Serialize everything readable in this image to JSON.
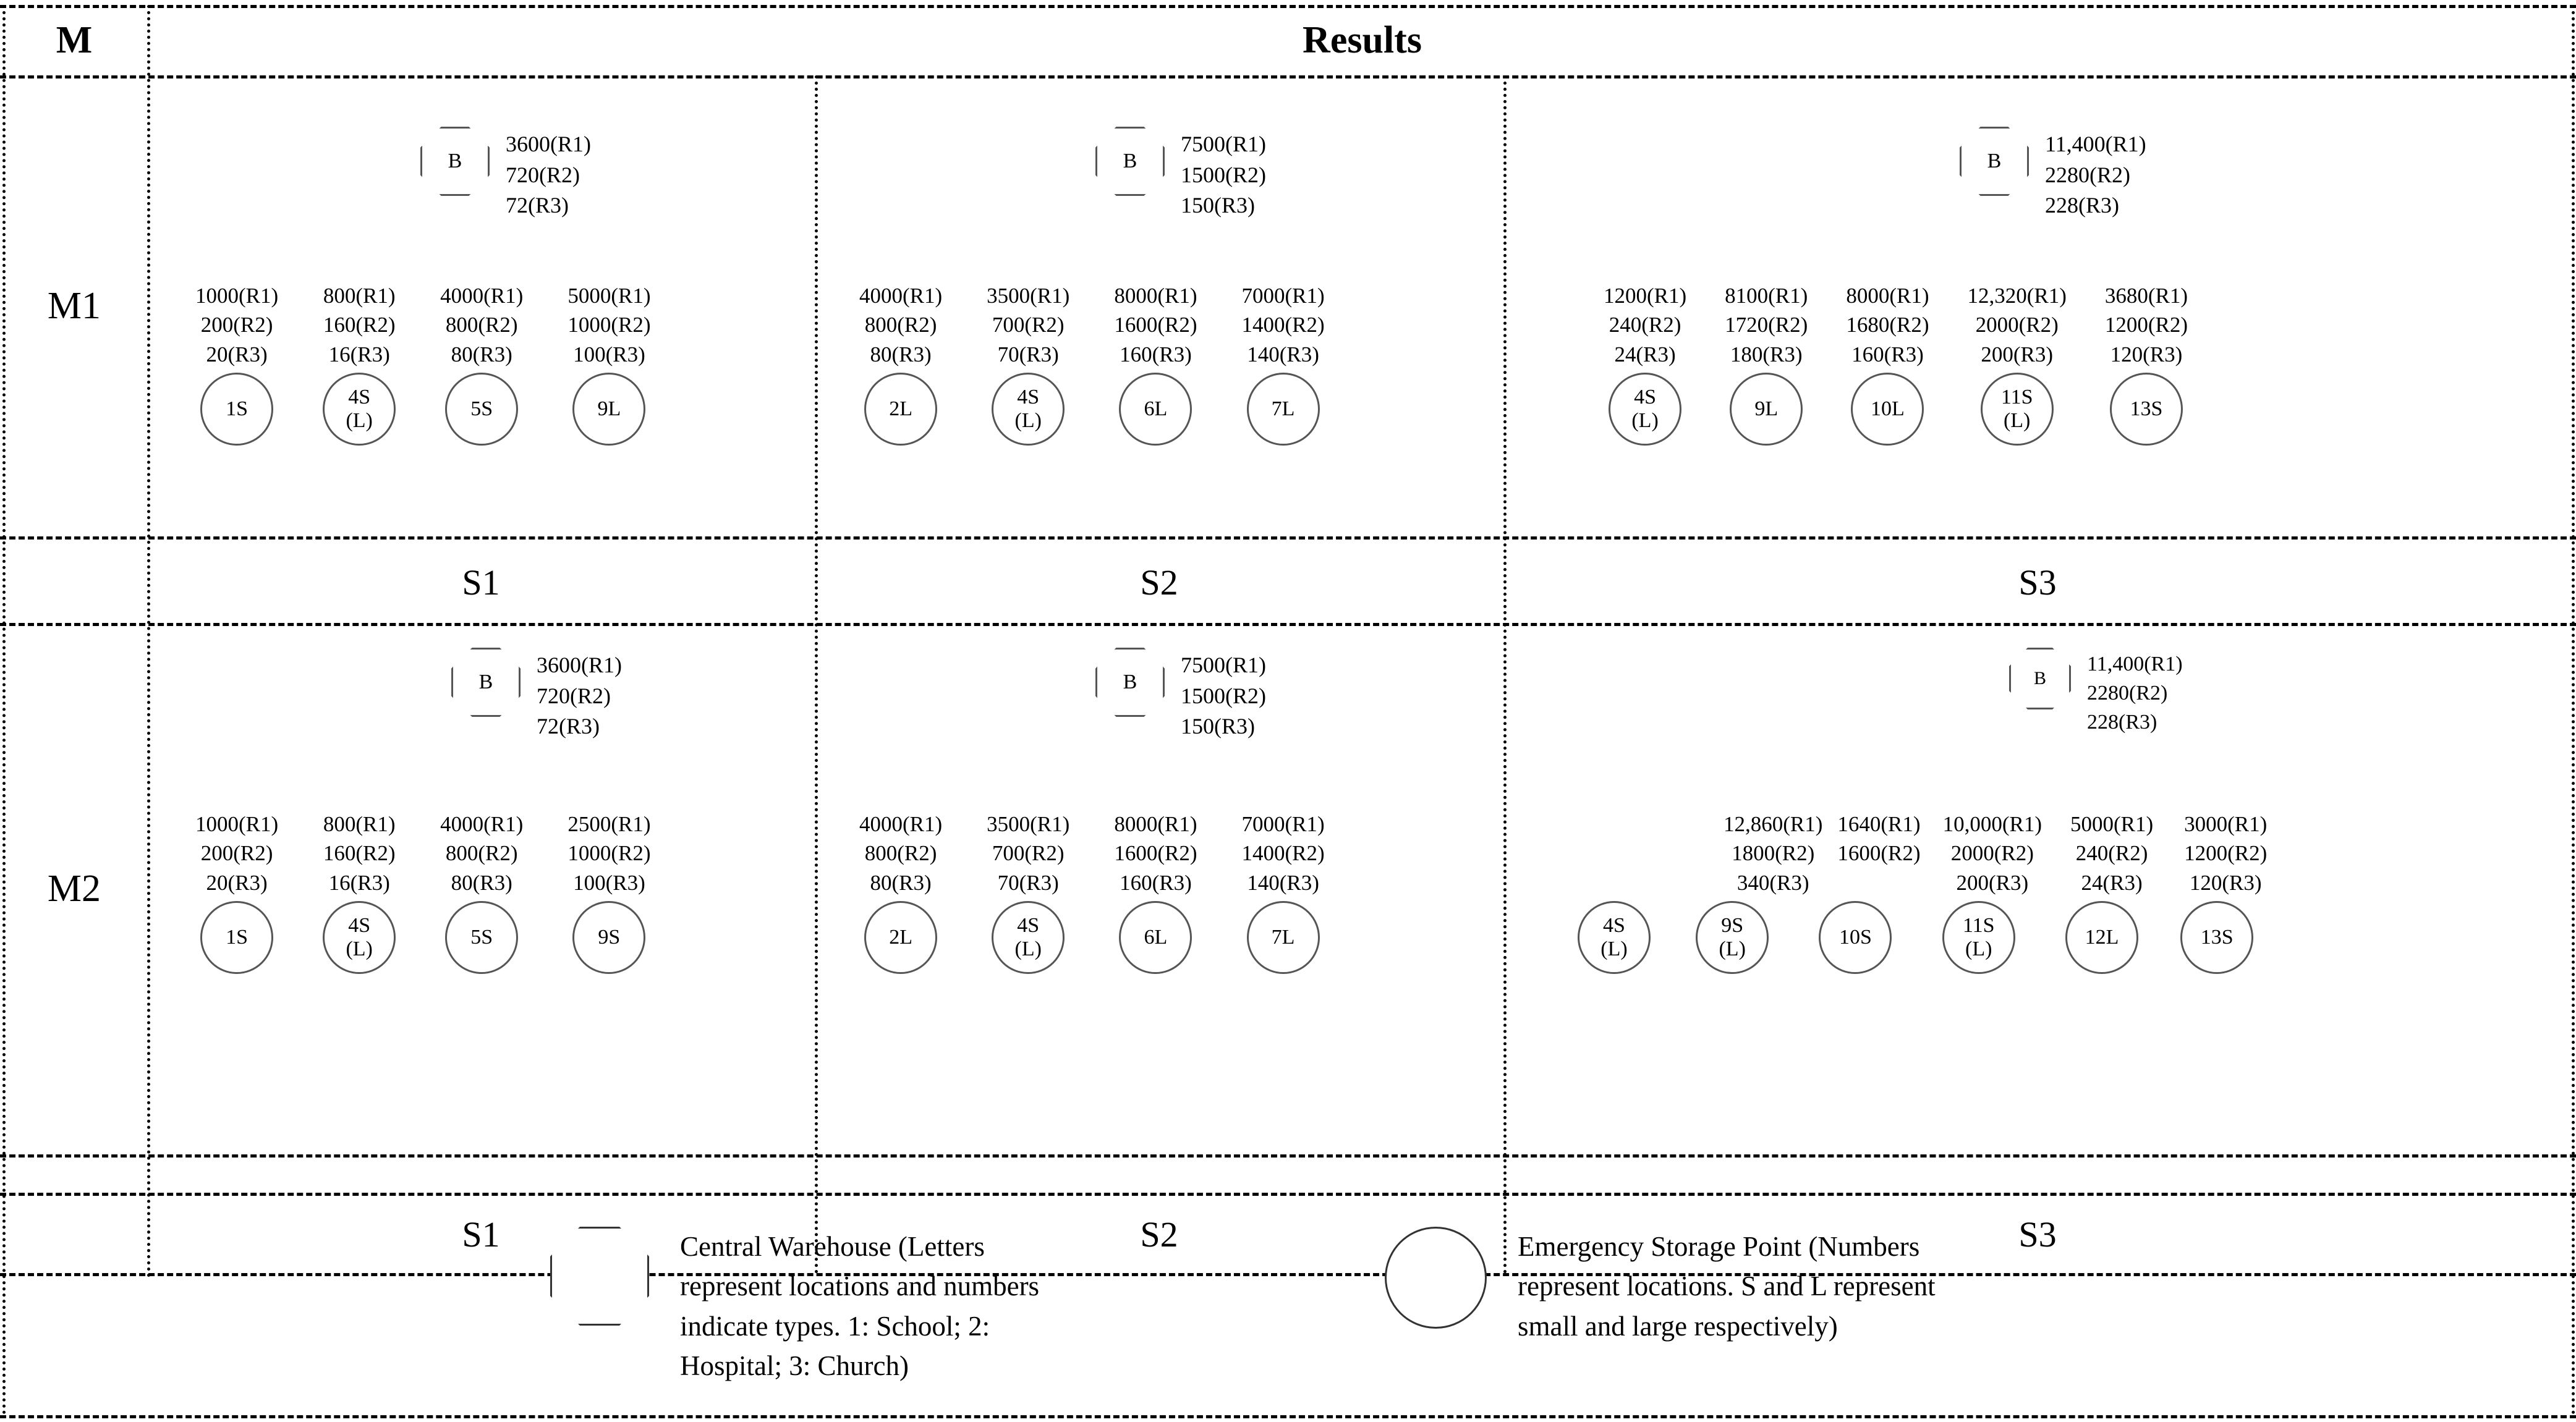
{
  "header": {
    "row_label": "M",
    "title": "Results"
  },
  "methods": [
    {
      "id": "M1",
      "label": "M1"
    },
    {
      "id": "M2",
      "label": "M2"
    }
  ],
  "scenario_labels": [
    "S1",
    "S2",
    "S3"
  ],
  "legend": [
    {
      "icon": "octagon-shape",
      "name": "central-warehouse",
      "text": "Central Warehouse (Letters represent locations and numbers indicate types. 1: School; 2: Hospital; 3: Church)"
    },
    {
      "icon": "circle-shape",
      "name": "emergency-storage-point",
      "text": "Emergency Storage Point (Numbers represent locations. S and L represent small and large respectively)"
    }
  ],
  "chart_data": {
    "type": "diagram",
    "title": "Results",
    "row_header": "M",
    "description": "Facility location results grid: methods M1/M2 (rows) x scenarios S1/S2/S3 (columns). Each panel shows one central warehouse (octagon, labelled B) with three resource quantities R1/R2/R3, and a row of emergency storage points (circles) each with R1/R2/R3 quantities.",
    "resource_keys": [
      "R1",
      "R2",
      "R3"
    ],
    "panels": [
      {
        "method": "M1",
        "scenario": "S1",
        "warehouse": {
          "label": "B",
          "values": [
            "3600(R1)",
            "720(R2)",
            "72(R3)"
          ]
        },
        "nodes": [
          {
            "label": "1S",
            "lines": [
              "1S"
            ],
            "values": [
              "1000(R1)",
              "200(R2)",
              "20(R3)"
            ]
          },
          {
            "label": "4S (L)",
            "lines": [
              "4S",
              "(L)"
            ],
            "values": [
              "800(R1)",
              "160(R2)",
              "16(R3)"
            ]
          },
          {
            "label": "5S",
            "lines": [
              "5S"
            ],
            "values": [
              "4000(R1)",
              "800(R2)",
              "80(R3)"
            ]
          },
          {
            "label": "9L",
            "lines": [
              "9L"
            ],
            "values": [
              "5000(R1)",
              "1000(R2)",
              "100(R3)"
            ]
          }
        ]
      },
      {
        "method": "M1",
        "scenario": "S2",
        "warehouse": {
          "label": "B",
          "values": [
            "7500(R1)",
            "1500(R2)",
            "150(R3)"
          ]
        },
        "nodes": [
          {
            "label": "2L",
            "lines": [
              "2L"
            ],
            "values": [
              "4000(R1)",
              "800(R2)",
              "80(R3)"
            ]
          },
          {
            "label": "4S (L)",
            "lines": [
              "4S",
              "(L)"
            ],
            "values": [
              "3500(R1)",
              "700(R2)",
              "70(R3)"
            ]
          },
          {
            "label": "6L",
            "lines": [
              "6L"
            ],
            "values": [
              "8000(R1)",
              "1600(R2)",
              "160(R3)"
            ]
          },
          {
            "label": "7L",
            "lines": [
              "7L"
            ],
            "values": [
              "7000(R1)",
              "1400(R2)",
              "140(R3)"
            ]
          }
        ]
      },
      {
        "method": "M1",
        "scenario": "S3",
        "warehouse": {
          "label": "B",
          "values": [
            "11,400(R1)",
            "2280(R2)",
            "228(R3)"
          ]
        },
        "nodes": [
          {
            "label": "4S (L)",
            "lines": [
              "4S",
              "(L)"
            ],
            "values": [
              "1200(R1)",
              "240(R2)",
              "24(R3)"
            ]
          },
          {
            "label": "9L",
            "lines": [
              "9L"
            ],
            "values": [
              "8100(R1)",
              "1720(R2)",
              "180(R3)"
            ]
          },
          {
            "label": "10L",
            "lines": [
              "10L"
            ],
            "values": [
              "8000(R1)",
              "1680(R2)",
              "160(R3)"
            ]
          },
          {
            "label": "11S (L)",
            "lines": [
              "11S",
              "(L)"
            ],
            "values": [
              "12,320(R1)",
              "2000(R2)",
              "200(R3)"
            ]
          },
          {
            "label": "13S",
            "lines": [
              "13S"
            ],
            "values": [
              "3680(R1)",
              "1200(R2)",
              "120(R3)"
            ]
          }
        ]
      },
      {
        "method": "M2",
        "scenario": "S1",
        "warehouse": {
          "label": "B",
          "values": [
            "3600(R1)",
            "720(R2)",
            "72(R3)"
          ]
        },
        "nodes": [
          {
            "label": "1S",
            "lines": [
              "1S"
            ],
            "values": [
              "1000(R1)",
              "200(R2)",
              "20(R3)"
            ]
          },
          {
            "label": "4S (L)",
            "lines": [
              "4S",
              "(L)"
            ],
            "values": [
              "800(R1)",
              "160(R2)",
              "16(R3)"
            ]
          },
          {
            "label": "5S",
            "lines": [
              "5S"
            ],
            "values": [
              "4000(R1)",
              "800(R2)",
              "80(R3)"
            ]
          },
          {
            "label": "9S",
            "lines": [
              "9S"
            ],
            "values": [
              "2500(R1)",
              "1000(R2)",
              "100(R3)"
            ]
          }
        ]
      },
      {
        "method": "M2",
        "scenario": "S2",
        "warehouse": {
          "label": "B",
          "values": [
            "7500(R1)",
            "1500(R2)",
            "150(R3)"
          ]
        },
        "nodes": [
          {
            "label": "2L",
            "lines": [
              "2L"
            ],
            "values": [
              "4000(R1)",
              "800(R2)",
              "80(R3)"
            ]
          },
          {
            "label": "4S (L)",
            "lines": [
              "4S",
              "(L)"
            ],
            "values": [
              "3500(R1)",
              "700(R2)",
              "70(R3)"
            ]
          },
          {
            "label": "6L",
            "lines": [
              "6L"
            ],
            "values": [
              "8000(R1)",
              "1600(R2)",
              "160(R3)"
            ]
          },
          {
            "label": "7L",
            "lines": [
              "7L"
            ],
            "values": [
              "7000(R1)",
              "1400(R2)",
              "140(R3)"
            ]
          }
        ]
      },
      {
        "method": "M2",
        "scenario": "S3",
        "warehouse": {
          "label": "B",
          "values": [
            "11,400(R1)",
            "2280(R2)",
            "228(R3)"
          ]
        },
        "nodes": [
          {
            "label": "4S (L)",
            "lines": [
              "4S",
              "(L)"
            ],
            "values": []
          },
          {
            "label": "9S (L)",
            "lines": [
              "9S",
              "(L)"
            ],
            "values": [
              "12,860(R1)",
              "1800(R2)",
              "340(R3)"
            ]
          },
          {
            "label": "10S",
            "lines": [
              "10S"
            ],
            "values": [
              "1640(R1)",
              "1600(R2)"
            ]
          },
          {
            "label": "11S (L)",
            "lines": [
              "11S",
              "(L)"
            ],
            "values": [
              "10,000(R1)",
              "2000(R2)",
              "200(R3)"
            ]
          },
          {
            "label": "12L",
            "lines": [
              "12L"
            ],
            "values": [
              "5000(R1)",
              "240(R2)",
              "24(R3)"
            ]
          },
          {
            "label": "13S",
            "lines": [
              "13S"
            ],
            "values": [
              "3000(R1)",
              "1200(R2)",
              "120(R3)"
            ]
          }
        ]
      }
    ]
  }
}
